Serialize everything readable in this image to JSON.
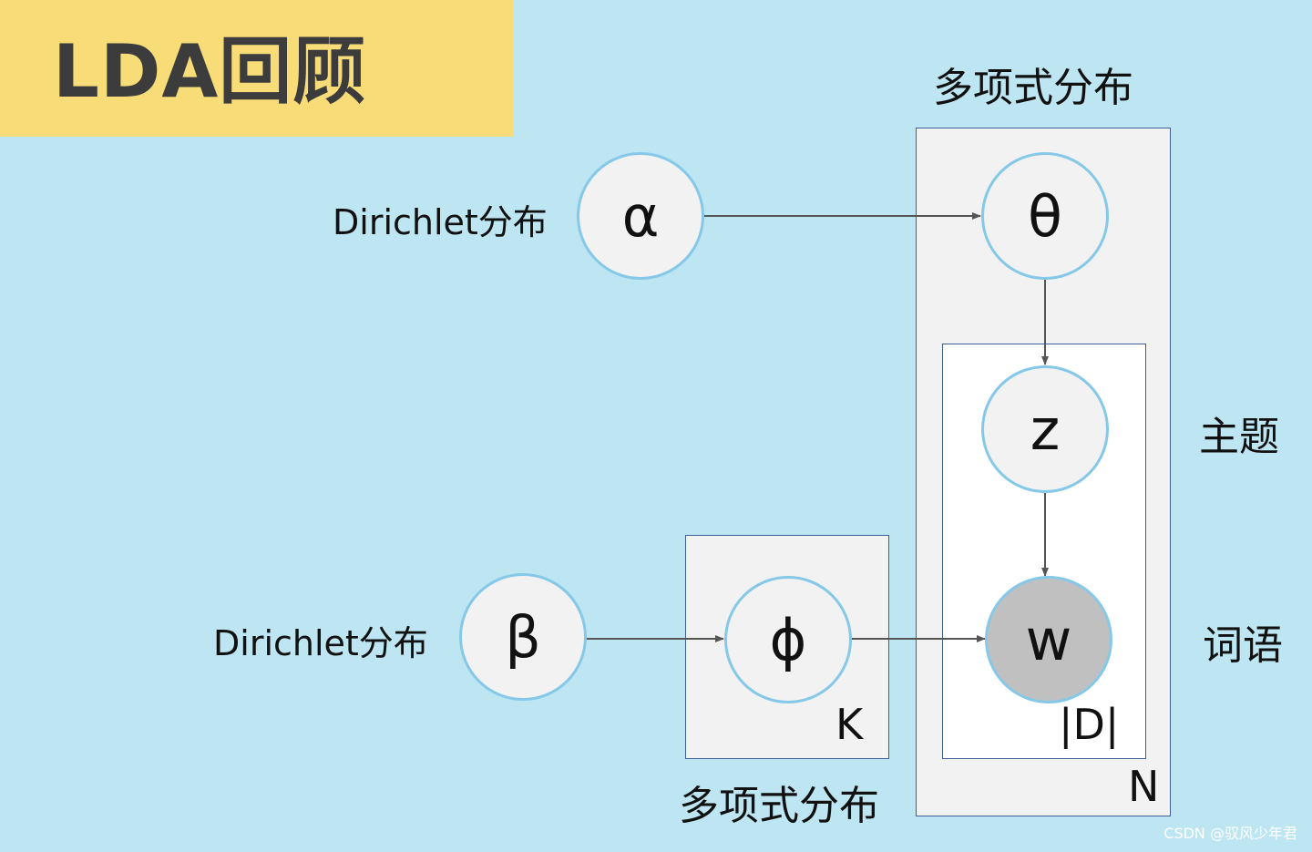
{
  "title": "LDA回顾",
  "nodes": {
    "alpha": "α",
    "theta": "θ",
    "z": "z",
    "w": "w",
    "beta": "β",
    "phi": "ϕ"
  },
  "labels": {
    "alpha_dist": "Dirichlet分布",
    "beta_dist": "Dirichlet分布",
    "theta_dist": "多项式分布",
    "phi_dist": "多项式分布",
    "topic": "主题",
    "word": "词语"
  },
  "plates": {
    "k": "K",
    "d": "|D|",
    "n": "N"
  },
  "watermark": "CSDN @驭风少年君",
  "colors": {
    "background": "#bde5f2",
    "title_box": "#f7dc78",
    "node_border": "#86c8e8",
    "node_fill": "#f2f2f2",
    "observed_fill": "#c0c0c0",
    "plate_border": "#3f5f9a",
    "edge": "#555555"
  }
}
